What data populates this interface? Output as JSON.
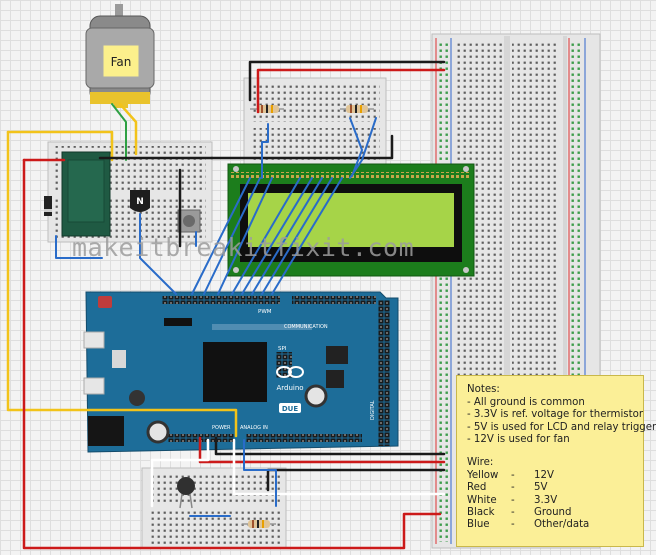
{
  "fan": {
    "label": "Fan"
  },
  "transistor": {
    "label": "N"
  },
  "arduino": {
    "logo_text": "Arduino",
    "model": "DUE",
    "header_labels": {
      "pwm": "PWM",
      "communication": "COMMUNICATION",
      "digital": "DIGITAL",
      "power": "POWER",
      "analog_in": "ANALOG IN",
      "spi": "SPI"
    }
  },
  "watermark": "makeitbreakitfixit.com",
  "notes": {
    "title": "Notes:",
    "items": [
      "- All ground is common",
      "- 3.3V is ref. voltage for thermistor",
      "- 5V is used for LCD and relay trigger",
      "- 12V is used for fan"
    ],
    "wire_title": "Wire:",
    "wires": [
      {
        "color": "Yellow",
        "dash": "-",
        "value": "12V"
      },
      {
        "color": "Red",
        "dash": "-",
        "value": "5V"
      },
      {
        "color": "White",
        "dash": "-",
        "value": "3.3V"
      },
      {
        "color": "Black",
        "dash": "-",
        "value": "Ground"
      },
      {
        "color": "Blue",
        "dash": "-",
        "value": "Other/data"
      }
    ]
  },
  "colors": {
    "wire_yellow": "#f2c31a",
    "wire_red": "#cc1a1a",
    "wire_black": "#1a1a1a",
    "wire_blue": "#2a6cc9",
    "wire_white": "#ffffff",
    "arduino_board": "#1d6d99",
    "lcd_screen": "#a6d448",
    "relay": "#1f5a43",
    "notes_bg": "#fbef97"
  }
}
